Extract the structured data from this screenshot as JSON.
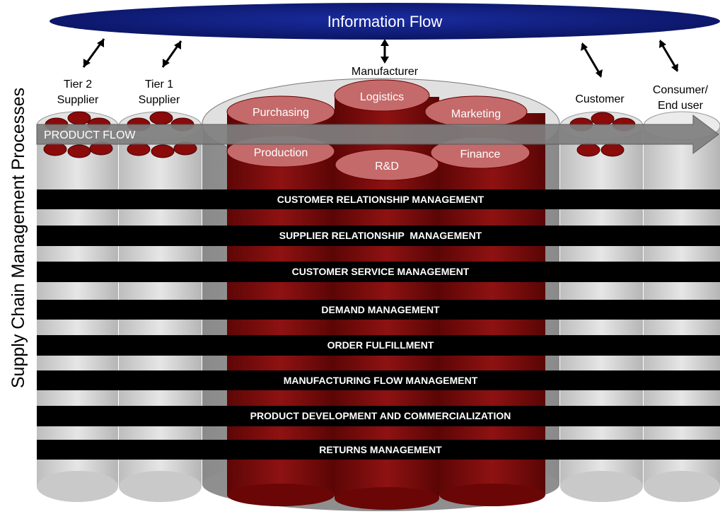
{
  "info_flow": {
    "label": "Information Flow"
  },
  "side_title": "Supply Chain Management Processes",
  "product_flow_label": "PRODUCT FLOW",
  "nodes": {
    "tier2": [
      "Tier 2",
      "Supplier"
    ],
    "tier1": [
      "Tier 1",
      "Supplier"
    ],
    "manufacturer": "Manufacturer",
    "customer": "Customer",
    "consumer": [
      "Consumer/",
      "End user"
    ]
  },
  "departments": [
    "Purchasing",
    "Logistics",
    "Marketing",
    "Production",
    "R&D",
    "Finance"
  ],
  "processes": [
    "CUSTOMER RELATIONSHIP MANAGEMENT",
    "SUPPLIER RELATIONSHIP  MANAGEMENT",
    "CUSTOMER SERVICE MANAGEMENT",
    "DEMAND MANAGEMENT",
    "ORDER FULFILLMENT",
    "MANUFACTURING FLOW MANAGEMENT",
    "PRODUCT DEVELOPMENT AND COMMERCIALIZATION",
    "RETURNS MANAGEMENT"
  ],
  "colors": {
    "info_ellipse": "#0d1a80",
    "cylinder_grey": "#d9d9d9",
    "cylinder_dark": "#8c8c8c",
    "red_dark": "#7a0a0a",
    "red_light": "#c06060",
    "bar": "#000000",
    "arrow": "#808080"
  }
}
